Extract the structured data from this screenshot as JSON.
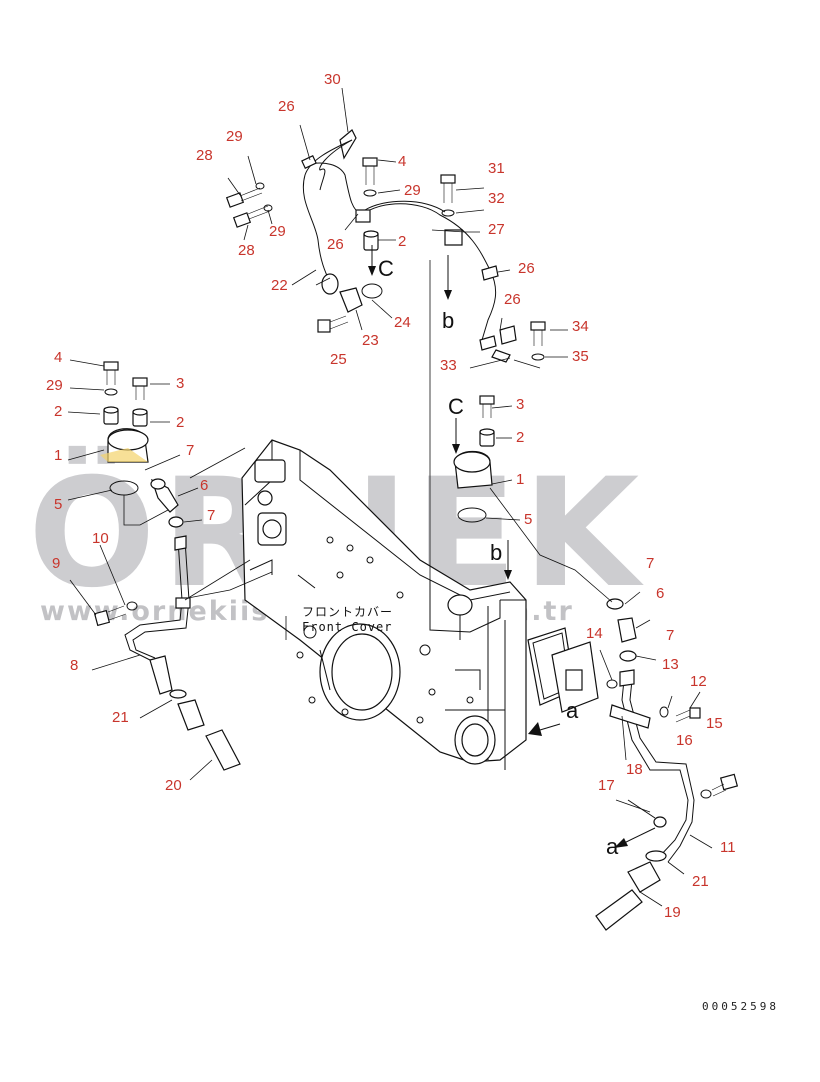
{
  "diagram": {
    "drawing_code": "00052598",
    "front_cover_jp": "フロントカバー",
    "front_cover_en": "Front Cover",
    "view_letters": {
      "a": "a",
      "b": "b",
      "c": "C"
    },
    "watermark": {
      "logo": "ÖRNEK",
      "url": "www.ornekiismakinalari.com.tr"
    },
    "labels": [
      {
        "id": "l30",
        "text": "30"
      },
      {
        "id": "l26a",
        "text": "26"
      },
      {
        "id": "l29a",
        "text": "29"
      },
      {
        "id": "l28a",
        "text": "28"
      },
      {
        "id": "l29b",
        "text": "29"
      },
      {
        "id": "l28b",
        "text": "28"
      },
      {
        "id": "l22",
        "text": "22"
      },
      {
        "id": "l26b",
        "text": "26"
      },
      {
        "id": "l4a",
        "text": "4"
      },
      {
        "id": "l29c",
        "text": "29"
      },
      {
        "id": "l2a",
        "text": "2"
      },
      {
        "id": "l24",
        "text": "24"
      },
      {
        "id": "l23",
        "text": "23"
      },
      {
        "id": "l25",
        "text": "25"
      },
      {
        "id": "l31",
        "text": "31"
      },
      {
        "id": "l32",
        "text": "32"
      },
      {
        "id": "l27",
        "text": "27"
      },
      {
        "id": "l26c",
        "text": "26"
      },
      {
        "id": "l26d",
        "text": "26"
      },
      {
        "id": "l34",
        "text": "34"
      },
      {
        "id": "l35",
        "text": "35"
      },
      {
        "id": "l33",
        "text": "33"
      },
      {
        "id": "l4b",
        "text": "4"
      },
      {
        "id": "l29d",
        "text": "29"
      },
      {
        "id": "l3a",
        "text": "3"
      },
      {
        "id": "l2b",
        "text": "2"
      },
      {
        "id": "l2c",
        "text": "2"
      },
      {
        "id": "l1a",
        "text": "1"
      },
      {
        "id": "l7a",
        "text": "7"
      },
      {
        "id": "l6a",
        "text": "6"
      },
      {
        "id": "l5a",
        "text": "5"
      },
      {
        "id": "l7b",
        "text": "7"
      },
      {
        "id": "l10",
        "text": "10"
      },
      {
        "id": "l9",
        "text": "9"
      },
      {
        "id": "l8",
        "text": "8"
      },
      {
        "id": "l21a",
        "text": "21"
      },
      {
        "id": "l20",
        "text": "20"
      },
      {
        "id": "l3b",
        "text": "3"
      },
      {
        "id": "l2d",
        "text": "2"
      },
      {
        "id": "l1b",
        "text": "1"
      },
      {
        "id": "l5b",
        "text": "5"
      },
      {
        "id": "l7c",
        "text": "7"
      },
      {
        "id": "l6b",
        "text": "6"
      },
      {
        "id": "l7d",
        "text": "7"
      },
      {
        "id": "l14",
        "text": "14"
      },
      {
        "id": "l13",
        "text": "13"
      },
      {
        "id": "l12",
        "text": "12"
      },
      {
        "id": "l15",
        "text": "15"
      },
      {
        "id": "l16",
        "text": "16"
      },
      {
        "id": "l18",
        "text": "18"
      },
      {
        "id": "l17",
        "text": "17"
      },
      {
        "id": "l11",
        "text": "11"
      },
      {
        "id": "l21b",
        "text": "21"
      },
      {
        "id": "l19",
        "text": "19"
      }
    ],
    "colors": {
      "label": "#c8352c",
      "line": "#111111",
      "watermark": "#b9b9bd",
      "background": "#ffffff"
    }
  }
}
